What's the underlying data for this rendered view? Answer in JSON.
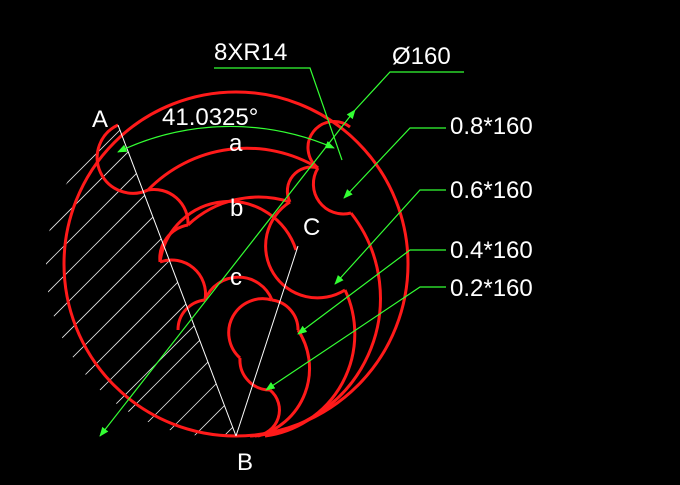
{
  "labels": {
    "point_a": "A",
    "point_b": "B",
    "point_c": "C",
    "region_a": "a",
    "region_b": "b",
    "region_c": "c",
    "angle": "41.0325°",
    "arcs_radius": "8XR14",
    "diameter": "Ø160",
    "ring_08": "0.8*160",
    "ring_06": "0.6*160",
    "ring_04": "0.4*160",
    "ring_02": "0.2*160"
  },
  "colors": {
    "background": "#000000",
    "outline": "#ff1a1a",
    "dimension": "#33ff33",
    "text": "#ffffff",
    "hatch": "#ffffff"
  }
}
